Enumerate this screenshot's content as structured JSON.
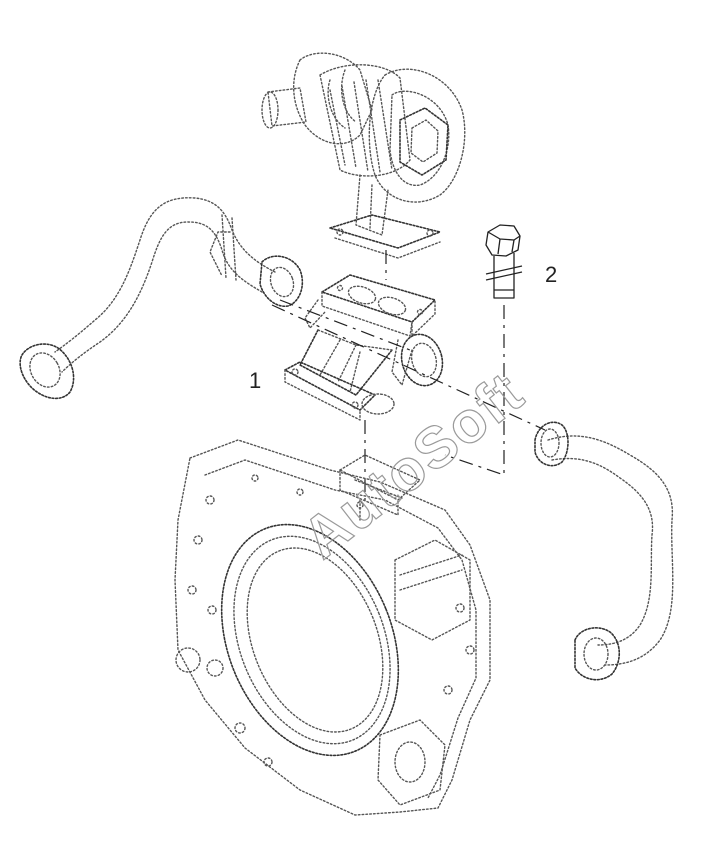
{
  "callouts": {
    "part_1": "1",
    "part_2": "2"
  },
  "watermark": {
    "text": "AutoSoft"
  },
  "colors": {
    "line": "#555555",
    "background": "#ffffff",
    "watermark": "#9a9a9a"
  }
}
